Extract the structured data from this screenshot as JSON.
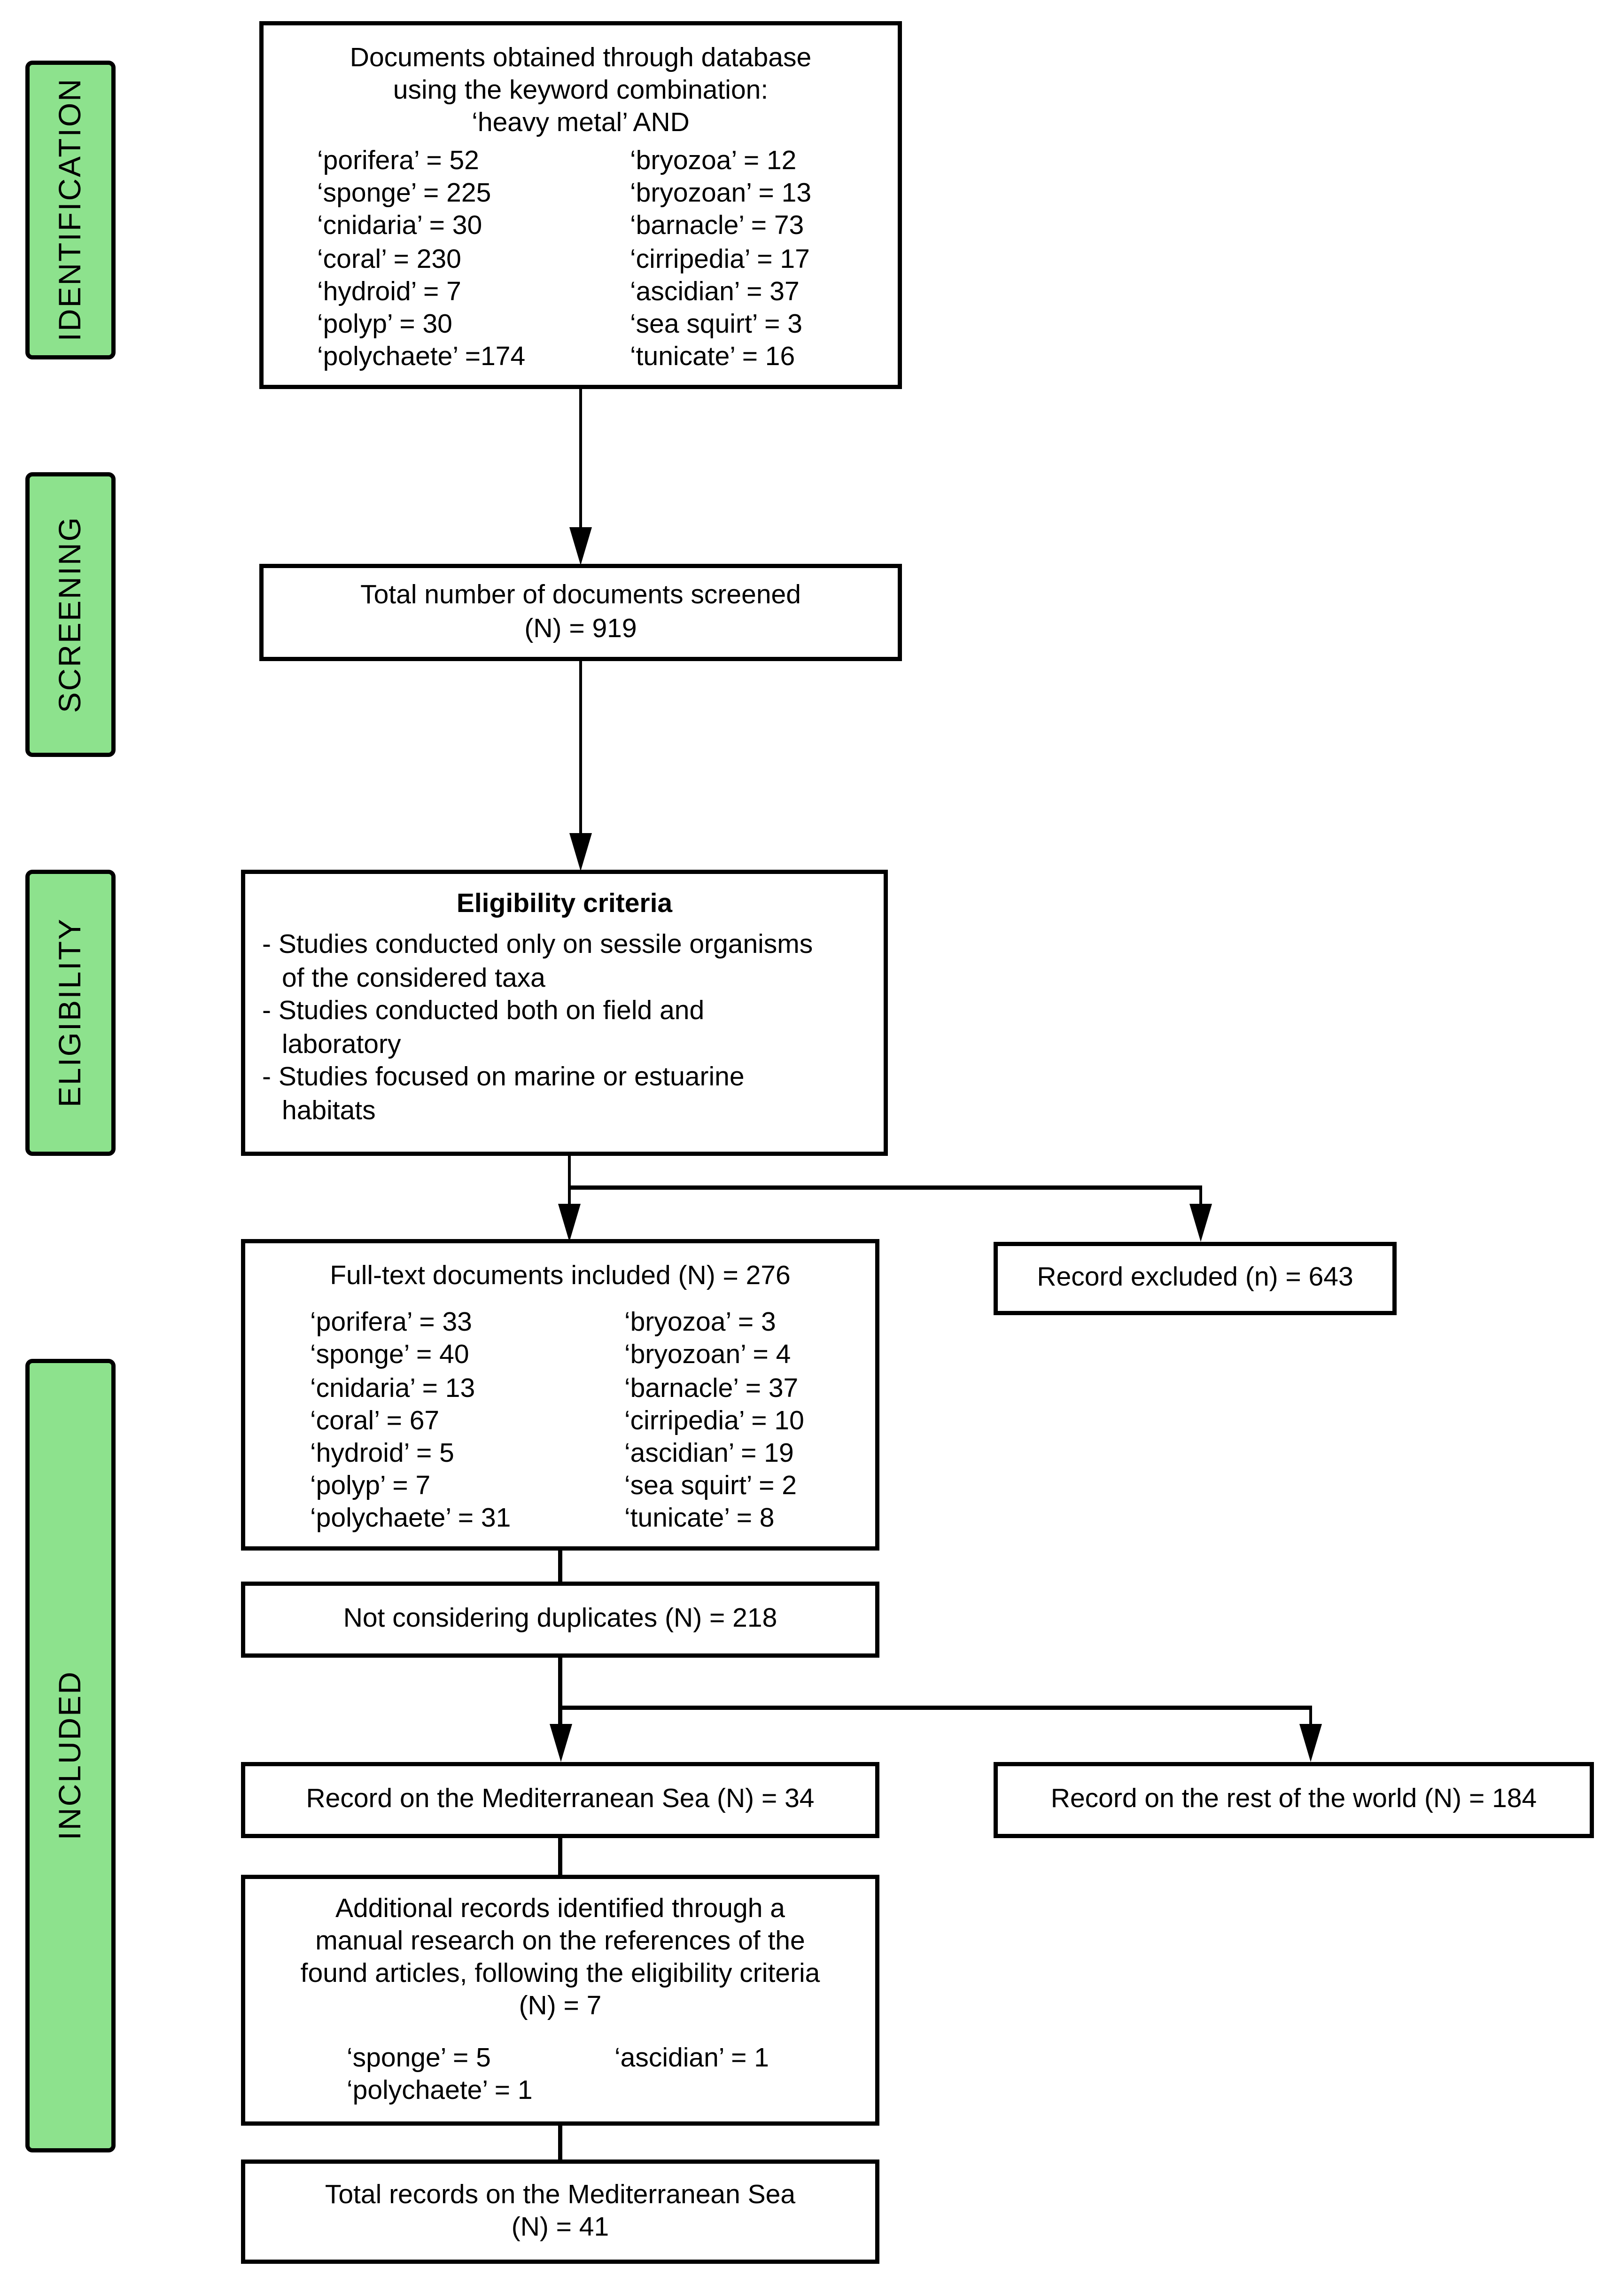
{
  "colors": {
    "stage_fill": "#8DE28D",
    "line": "#000000",
    "box_fill": "#FFFFFF",
    "text": "#000000"
  },
  "sidebar": {
    "stages": [
      {
        "label": "IDENTIFICATION"
      },
      {
        "label": "SCREENING"
      },
      {
        "label": "ELIGIBILITY"
      },
      {
        "label": "INCLUDED"
      }
    ]
  },
  "flow": {
    "documents_obtained": {
      "title_lines": [
        "Documents obtained through database",
        "using the keyword combination:",
        "‘heavy metal’ AND"
      ],
      "left_column": [
        "‘porifera’ = 52",
        "‘sponge’ = 225",
        "‘cnidaria’ = 30",
        "‘coral’ = 230",
        "‘hydroid’ = 7",
        "‘polyp’ = 30",
        "‘polychaete’ =174"
      ],
      "right_column": [
        "‘bryozoa’ = 12",
        "‘bryozoan’ = 13",
        "‘barnacle’ = 73",
        "‘cirripedia’ = 17",
        "‘ascidian’ = 37",
        "‘sea squirt’ = 3",
        "‘tunicate’ = 16"
      ]
    },
    "screened": {
      "line1": "Total number of documents screened",
      "line2": "(N) = 919"
    },
    "eligibility": {
      "title": "Eligibility criteria",
      "items": [
        {
          "line1": "- Studies conducted only on sessile organisms",
          "line2": "of the considered taxa"
        },
        {
          "line1": "- Studies conducted both on field and",
          "line2": "laboratory"
        },
        {
          "line1": "- Studies focused on marine or estuarine",
          "line2": "habitats"
        }
      ]
    },
    "fulltext_included": {
      "title": "Full-text documents included (N) = 276",
      "left_column": [
        "‘porifera’ = 33",
        "‘sponge’ = 40",
        "‘cnidaria’ = 13",
        "‘coral’ = 67",
        "‘hydroid’ = 5",
        "‘polyp’ = 7",
        "‘polychaete’ = 31"
      ],
      "right_column": [
        "‘bryozoa’ = 3",
        "‘bryozoan’ = 4",
        "‘barnacle’ = 37",
        "‘cirripedia’ = 10",
        "‘ascidian’ = 19",
        "‘sea squirt’ = 2",
        "‘tunicate’ = 8"
      ]
    },
    "record_excluded": {
      "text": "Record excluded (n) = 643"
    },
    "no_duplicates": {
      "text": "Not considering duplicates (N) = 218"
    },
    "mediterranean": {
      "text": "Record on the Mediterranean Sea (N) = 34"
    },
    "rest_of_world": {
      "text": "Record on the rest of the world (N) = 184"
    },
    "additional_records": {
      "title_lines": [
        "Additional records identified through a",
        "manual research on the references of the",
        "found articles, following the eligibility criteria",
        "(N) = 7"
      ],
      "col1": [
        "‘sponge’ = 5",
        "‘polychaete’ = 1"
      ],
      "col2": [
        "‘ascidian’ = 1"
      ]
    },
    "total_mediterranean": {
      "line1": "Total records on the Mediterranean Sea",
      "line2": "(N) = 41"
    }
  }
}
